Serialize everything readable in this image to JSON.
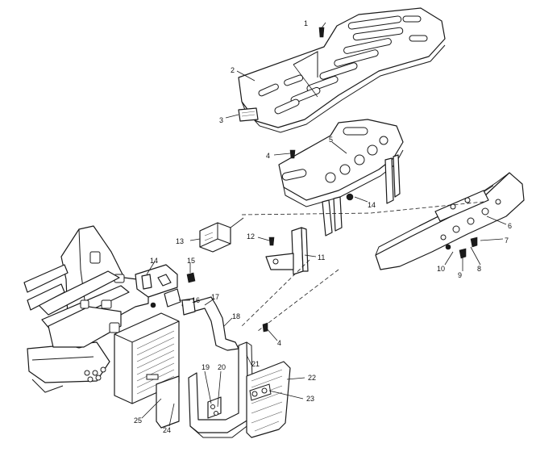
{
  "callouts": [
    "1",
    "2",
    "3",
    "4",
    "5",
    "14",
    "6",
    "7",
    "8",
    "9",
    "10",
    "12",
    "11",
    "13",
    "14",
    "15",
    "16",
    "17",
    "18",
    "4",
    "21",
    "22",
    "23",
    "19",
    "20",
    "25",
    "24"
  ]
}
